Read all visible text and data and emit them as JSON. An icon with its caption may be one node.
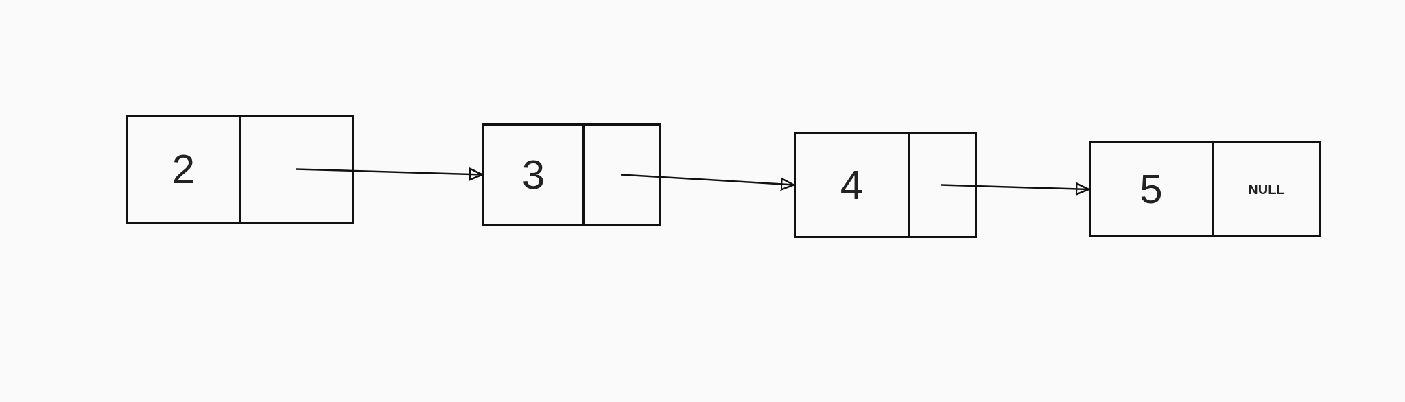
{
  "diagram": {
    "nodes": [
      {
        "text": [
          "2"
        ]
      },
      {
        "text": [],
        "shape": "box",
        "in": 0
      },
      {
        "text": [
          "3"
        ]
      },
      {
        "text": [],
        "shape": "box",
        "in": 2
      },
      {
        "text": [
          "4"
        ]
      },
      {
        "text": [],
        "shape": "box",
        "in": 4
      },
      {
        "text": [
          "5"
        ]
      },
      {
        "text": [
          "NULL"
        ],
        "in": 6
      }
    ],
    "edges": [
      {
        "from": 1,
        "to": 2,
        "arrow": "to"
      },
      {
        "from": 3,
        "to": 4,
        "arrow": "to"
      },
      {
        "from": 5,
        "to": 6,
        "arrow": "to"
      }
    ]
  }
}
